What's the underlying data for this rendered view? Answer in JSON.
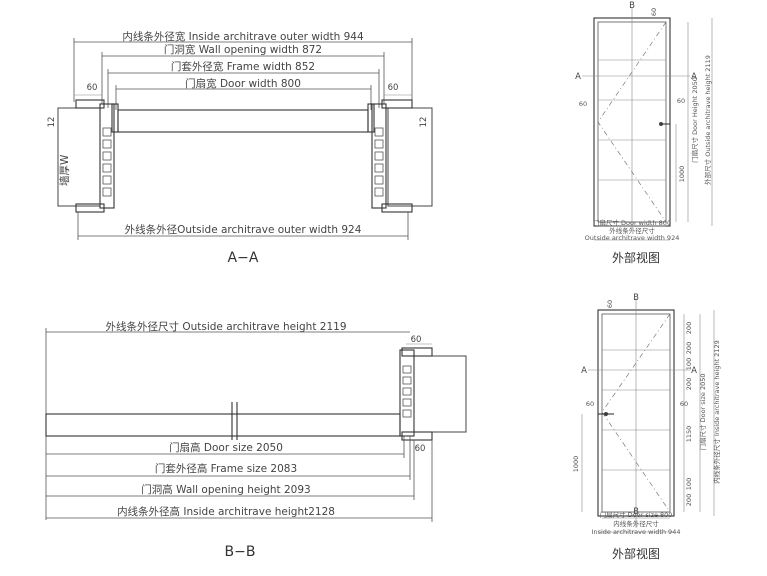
{
  "section_aa": {
    "inside_architrave_outer_width": "内线条外径宽 Inside architrave outer width 944",
    "wall_opening_width": "门洞宽 Wall opening width 872",
    "frame_width": "门套外径宽 Frame width 852",
    "door_width": "门扇宽 Door width 800",
    "outside_architrave_outer_width": "外线条外径Outside architrave outer width 924",
    "dim_60_left": "60",
    "dim_60_right": "60",
    "dim_12_left": "12",
    "dim_12_right": "12",
    "wall_thickness": "墙厚W",
    "caption": "A−A"
  },
  "elevation_top": {
    "label_b": "B",
    "label_a_left": "A",
    "label_a_right": "A",
    "dim_60_top": "60",
    "dim_60_left": "60",
    "dim_60_right": "60",
    "door_height": "门扇尺寸 Door Height 2050",
    "outside_architrave_height": "外部尺寸 Outside architrave height 2119",
    "dim_1000": "1000",
    "bottom_1": "门扇尺寸 Door width 800",
    "bottom_2": "外线条外径尺寸",
    "bottom_3": "Outside architrave width 924",
    "caption": "外部视图"
  },
  "section_bb": {
    "outside_architrave_height": "外线条外径尺寸  Outside architrave height 2119",
    "door_size": "门扇高  Door size 2050",
    "frame_size": "门套外径高  Frame size 2083",
    "wall_opening_height": "门洞高  Wall opening height 2093",
    "inside_architrave_height": "内线条外径高  Inside architrave height2128",
    "dim_60_top": "60",
    "dim_60_bottom": "60",
    "caption": "B−B"
  },
  "elevation_bottom": {
    "label_b_top": "B",
    "label_b_bottom": "B",
    "label_a_left": "A",
    "label_a_right": "A",
    "dim_60_top": "60",
    "dim_60_left": "60",
    "dim_60_right": "60",
    "dim_1000": "1000",
    "dim_1150": "1150",
    "right_dims": [
      "200",
      "200",
      "100",
      "200",
      "100",
      "200",
      "200",
      "100"
    ],
    "door_size": "门扇尺寸 Door size 2050",
    "inside_architrave_height": "内线条外径尺寸 Inside architrave height 2129",
    "bottom_1": "门扇尺寸 Door size 800",
    "bottom_2": "内线条外径尺寸",
    "bottom_3": "Inside architrave width 944",
    "caption": "外部视图"
  }
}
